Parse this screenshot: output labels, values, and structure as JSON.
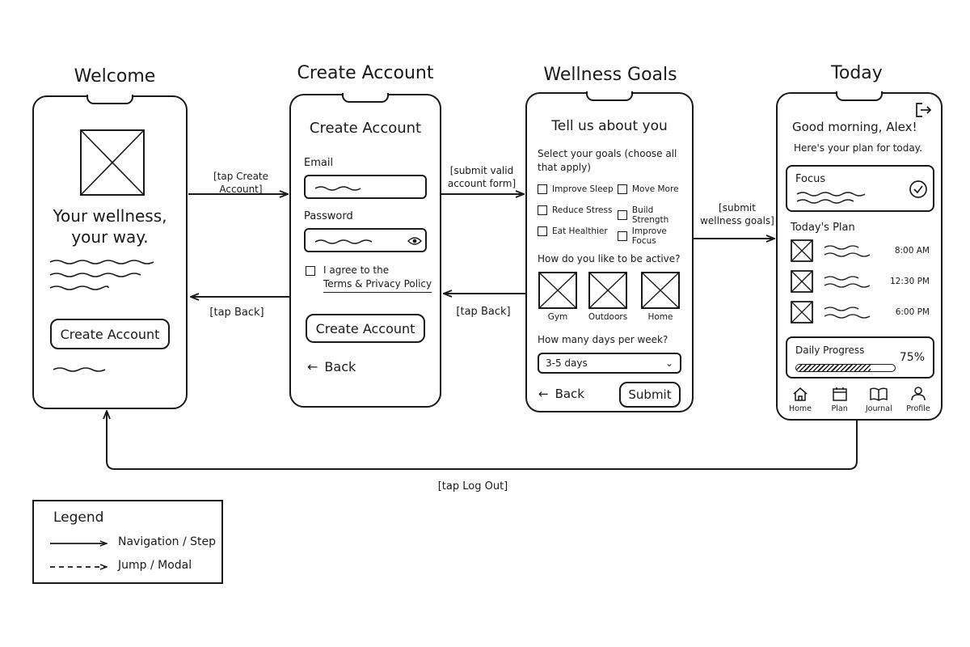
{
  "screens": {
    "welcome": {
      "title": "Welcome",
      "tagline_line1": "Your wellness,",
      "tagline_line2": "your way.",
      "create_button": "Create Account"
    },
    "create_account": {
      "title": "Create Account",
      "heading": "Create Account",
      "email_label": "Email",
      "password_label": "Password",
      "agree_text": "I agree to the",
      "terms_link": "Terms & Privacy Policy",
      "create_button": "Create Account",
      "back_label": "Back"
    },
    "wellness_goals": {
      "title": "Wellness Goals",
      "heading": "Tell us about you",
      "goals_prompt_line1": "Select your goals (choose all",
      "goals_prompt_line2": "that apply)",
      "goals": [
        "Improve Sleep",
        "Move More",
        "Reduce Stress",
        "Build Strength",
        "Eat Healthier",
        "Improve Focus"
      ],
      "active_prompt": "How do you like to be active?",
      "activities": [
        "Gym",
        "Outdoors",
        "Home"
      ],
      "days_prompt": "How many days per week?",
      "days_value": "3-5 days",
      "back_label": "Back",
      "submit_label": "Submit"
    },
    "today": {
      "title": "Today",
      "greeting": "Good morning, Alex!",
      "subtitle": "Here's your plan for today.",
      "focus_label": "Focus",
      "plan_heading": "Today's Plan",
      "plan_times": [
        "8:00 AM",
        "12:30 PM",
        "6:00 PM"
      ],
      "progress_label": "Daily Progress",
      "progress_value": "75%",
      "progress_fraction": 0.75,
      "nav": [
        "Home",
        "Plan",
        "Journal",
        "Profile"
      ]
    }
  },
  "edges": {
    "tap_create_account": "[tap Create Account]",
    "tap_back_1": "[tap Back]",
    "submit_valid_line1": "[submit valid",
    "submit_valid_line2": "account form]",
    "tap_back_2": "[tap Back]",
    "submit_goals_line1": "[submit",
    "submit_goals_line2": "wellness goals]",
    "tap_log_out": "[tap Log Out]"
  },
  "legend": {
    "title": "Legend",
    "solid": "Navigation / Step",
    "dashed": "Jump / Modal"
  }
}
